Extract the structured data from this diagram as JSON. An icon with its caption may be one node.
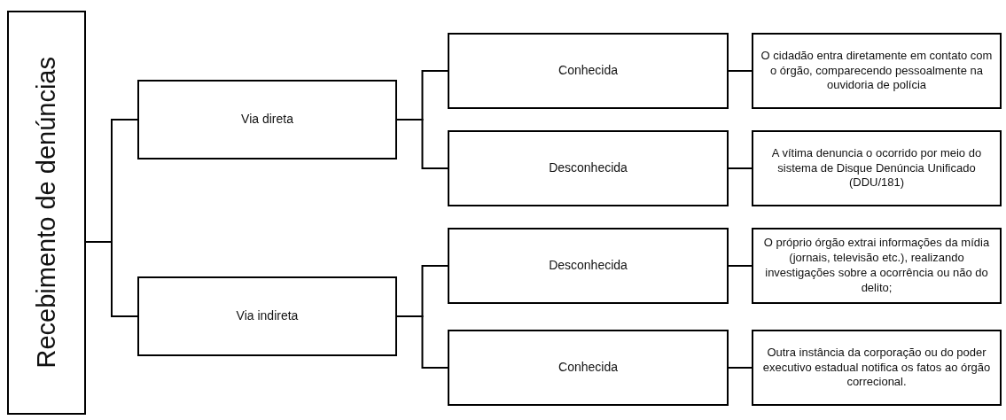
{
  "diagram": {
    "nodes": [
      {
        "text": [
          "Recebimento de denúncias"
        ]
      },
      {
        "text": [
          "Via direta"
        ]
      },
      {
        "text": [
          "Via indireta"
        ]
      },
      {
        "text": [
          "Conhecida"
        ]
      },
      {
        "text": [
          "Desconhecida"
        ]
      },
      {
        "text": [
          "Desconhecida"
        ]
      },
      {
        "text": [
          "Conhecida"
        ]
      },
      {
        "text": [
          "O cidadão entra diretamente em contato com o órgão, comparecendo pessoalmente na ouvidoria de polícia"
        ]
      },
      {
        "text": [
          "A vítima denuncia o ocorrido por meio do sistema de Disque Denúncia Unificado (DDU/181)"
        ]
      },
      {
        "text": [
          "O próprio órgão extrai informações da mídia (jornais, televisão etc.), realizando investigações sobre a ocorrência ou não do delito;"
        ]
      },
      {
        "text": [
          "Outra instância da corporação ou do poder executivo estadual notifica os fatos ao órgão correcional."
        ]
      }
    ],
    "edges": [
      {
        "from": 0,
        "to": 1,
        "arrow": "none"
      },
      {
        "from": 0,
        "to": 2,
        "arrow": "none"
      },
      {
        "from": 1,
        "to": 3,
        "arrow": "none"
      },
      {
        "from": 1,
        "to": 4,
        "arrow": "none"
      },
      {
        "from": 2,
        "to": 5,
        "arrow": "none"
      },
      {
        "from": 2,
        "to": 6,
        "arrow": "none"
      },
      {
        "from": 3,
        "to": 7,
        "arrow": "none"
      },
      {
        "from": 4,
        "to": 8,
        "arrow": "none"
      },
      {
        "from": 5,
        "to": 9,
        "arrow": "none"
      },
      {
        "from": 6,
        "to": 10,
        "arrow": "none"
      }
    ]
  }
}
